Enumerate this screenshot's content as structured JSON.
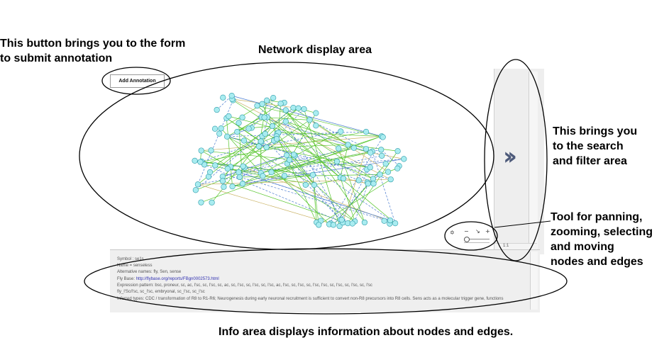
{
  "annotations": {
    "add_button_note": "This button brings you to the form\nto submit annotation",
    "network_area": "Network display area",
    "search_filter_note": "This brings you\nto the search\nand filter area",
    "tool_note": "Tool for panning,\nzooming, selecting\nand moving\nnodes and edges",
    "info_area": "Info area displays information about nodes and edges."
  },
  "toolbar": {
    "add_annotation_label": "Add Annotation"
  },
  "zoom_tool": {
    "zoom_value": "1:1",
    "icons": [
      "pan-icon",
      "zoom-out-icon",
      "select-icon",
      "zoom-in-icon",
      "move-icon"
    ]
  },
  "colors": {
    "node_fill": "#a9ecf0",
    "node_stroke": "#2a9aa8",
    "edge_green": "#55c52a",
    "edge_blue": "#4a7bd0",
    "chevron": "#4d5a7a"
  }
}
